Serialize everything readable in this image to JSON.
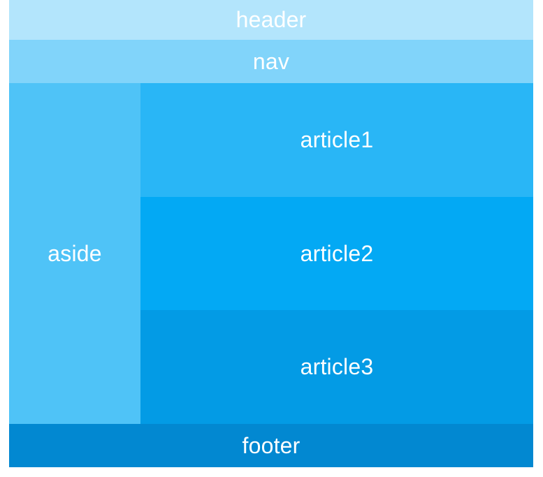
{
  "layout": {
    "header": {
      "label": "header",
      "color": "#b3e5fc"
    },
    "nav": {
      "label": "nav",
      "color": "#81d4fa"
    },
    "aside": {
      "label": "aside",
      "color": "#4fc3f7"
    },
    "articles": [
      {
        "label": "article1",
        "color": "#29b6f6"
      },
      {
        "label": "article2",
        "color": "#03a9f4"
      },
      {
        "label": "article3",
        "color": "#039be5"
      }
    ],
    "footer": {
      "label": "footer",
      "color": "#0288d1"
    }
  }
}
